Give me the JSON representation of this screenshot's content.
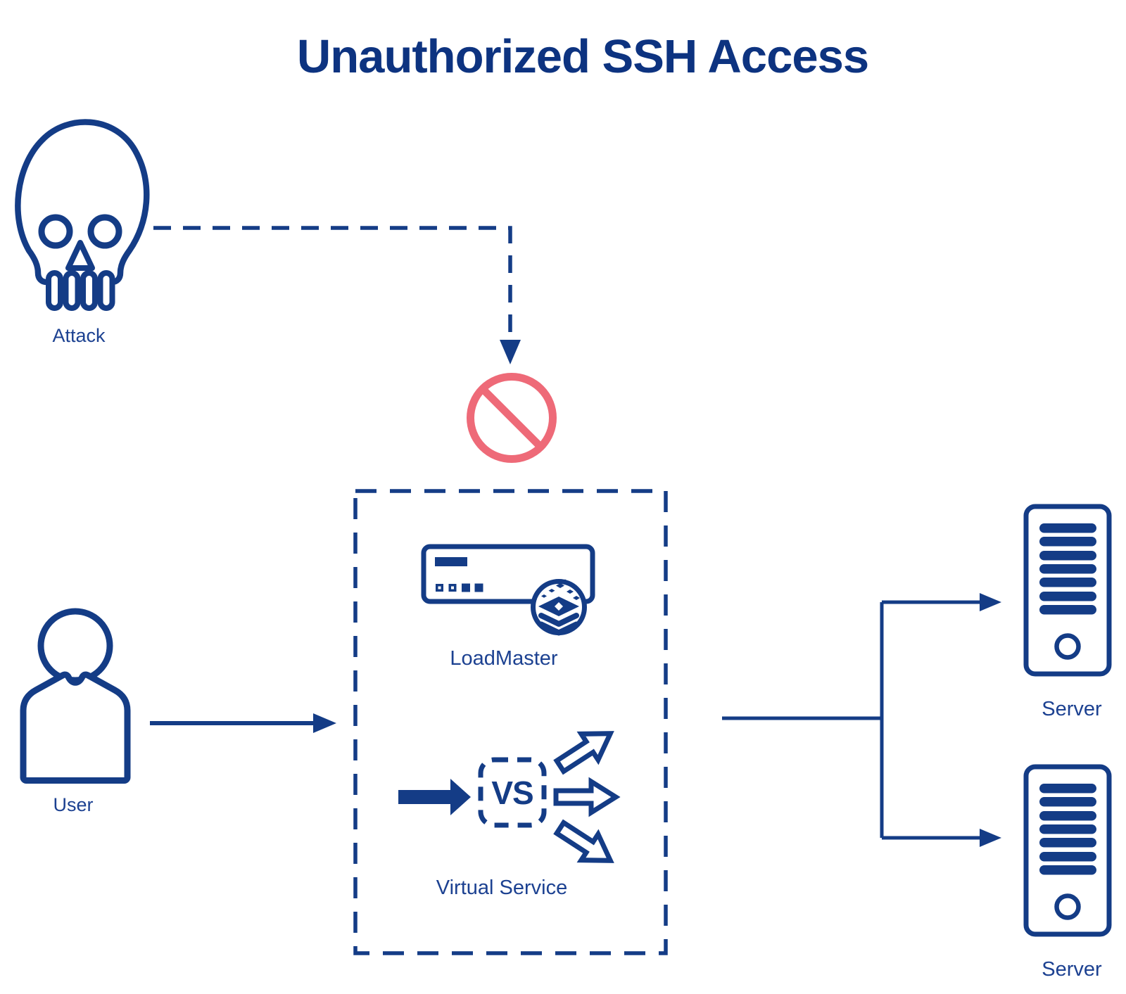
{
  "diagram": {
    "title": "Unauthorized SSH Access",
    "colors": {
      "primary_blue": "#143c86",
      "title_blue": "#0d3380",
      "label_blue": "#1c4191",
      "blocked_red": "#ee6a78",
      "background": "#ffffff"
    },
    "nodes": {
      "attack": {
        "label": "Attack",
        "icon": "skull-icon"
      },
      "user": {
        "label": "User",
        "icon": "person-icon"
      },
      "loadmaster": {
        "label": "LoadMaster",
        "icon": "loadmaster-appliance-icon"
      },
      "virtual_service": {
        "label": "Virtual Service",
        "badge": "VS",
        "icon": "virtual-service-icon"
      },
      "server_top": {
        "label": "Server",
        "icon": "server-icon"
      },
      "server_bottom": {
        "label": "Server",
        "icon": "server-icon"
      }
    },
    "edges": [
      {
        "from": "attack",
        "to": "loadmaster",
        "style": "dashed-arrow",
        "status": "blocked"
      },
      {
        "from": "user",
        "to": "loadmaster",
        "style": "solid-arrow",
        "status": "allowed"
      },
      {
        "from": "loadmaster",
        "to": "server_top",
        "style": "solid-arrow"
      },
      {
        "from": "loadmaster",
        "to": "server_bottom",
        "style": "solid-arrow"
      }
    ]
  }
}
